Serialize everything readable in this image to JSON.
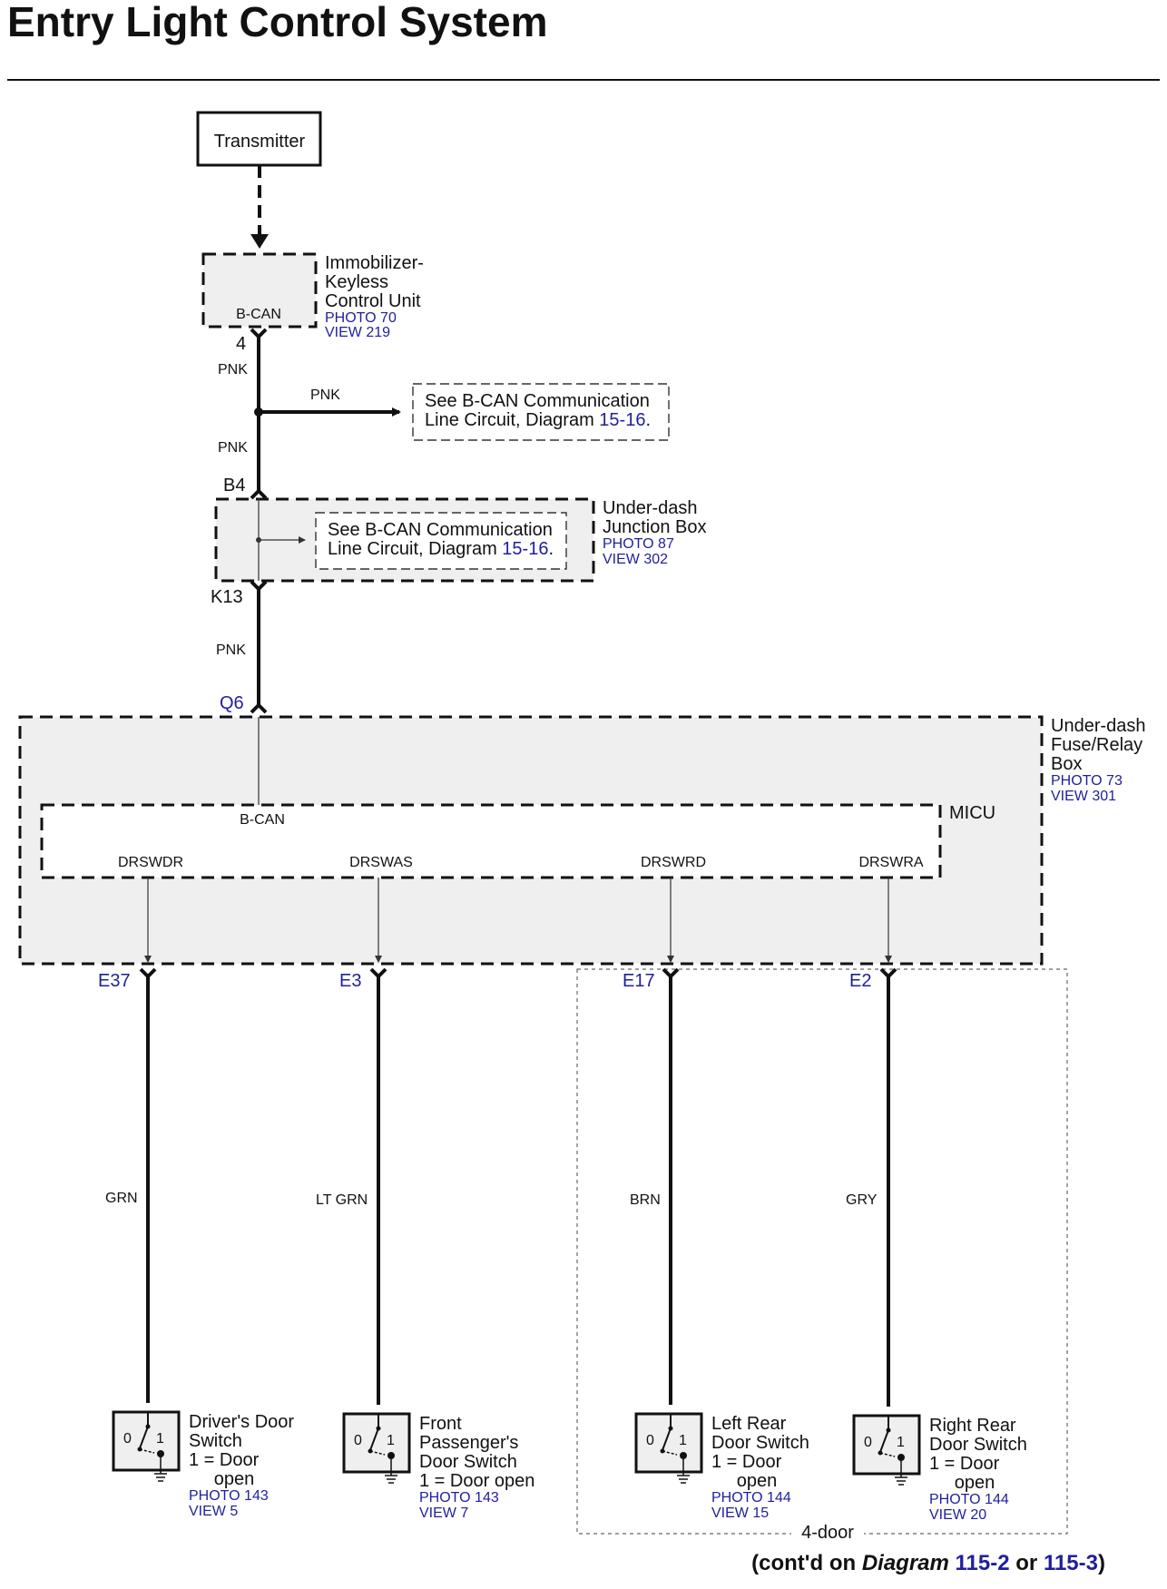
{
  "title": "Entry Light Control System",
  "transmitter": {
    "label": "Transmitter"
  },
  "immobilizer": {
    "name_lines": [
      "Immobilizer-",
      "Keyless",
      "Control Unit"
    ],
    "photo": "PHOTO 70",
    "view": "VIEW 219",
    "terminal": "B-CAN",
    "pin": "4"
  },
  "wire_colors": {
    "pnk": "PNK",
    "grn": "GRN",
    "lt_grn": "LT GRN",
    "brn": "BRN",
    "gry": "GRY"
  },
  "bcan_note": {
    "line1": "See B-CAN Communication",
    "line2_text": "Line Circuit, Diagram ",
    "line2_ref": "15-16",
    "line2_end": "."
  },
  "junction_box": {
    "name_lines": [
      "Under-dash",
      "Junction Box"
    ],
    "photo": "PHOTO 87",
    "view": "VIEW 302",
    "pin_in": "B4",
    "pin_out": "K13"
  },
  "fuse_box": {
    "name_lines": [
      "Under-dash",
      "Fuse/Relay",
      "Box"
    ],
    "photo": "PHOTO 73",
    "view": "VIEW 301",
    "pin_in": "Q6"
  },
  "micu": {
    "name": "MICU",
    "bcan": "B-CAN",
    "terminals": [
      "DRSWDR",
      "DRSWAS",
      "DRSWRD",
      "DRSWRA"
    ]
  },
  "pins_out": [
    "E37",
    "E3",
    "E17",
    "E2"
  ],
  "switches": [
    {
      "name_lines": [
        "Driver's Door",
        "Switch",
        "1 = Door",
        "     open"
      ],
      "photo": "PHOTO 143",
      "view": "VIEW 5"
    },
    {
      "name_lines": [
        "Front",
        "Passenger's",
        "Door Switch",
        "1 = Door open"
      ],
      "photo": "PHOTO 143",
      "view": "VIEW 7"
    },
    {
      "name_lines": [
        "Left Rear",
        "Door Switch",
        "1 = Door",
        "     open"
      ],
      "photo": "PHOTO 144",
      "view": "VIEW 15"
    },
    {
      "name_lines": [
        "Right Rear",
        "Door Switch",
        "1 = Door",
        "     open"
      ],
      "photo": "PHOTO 144",
      "view": "VIEW 20"
    }
  ],
  "switch_positions": {
    "off": "0",
    "on": "1"
  },
  "four_door_label": "4-door",
  "continued": {
    "prefix": "(cont'd on ",
    "diagram_word": "Diagram",
    "ref1": "115-2",
    "or_word": " or ",
    "ref2": "115-3",
    "suffix": ")"
  }
}
